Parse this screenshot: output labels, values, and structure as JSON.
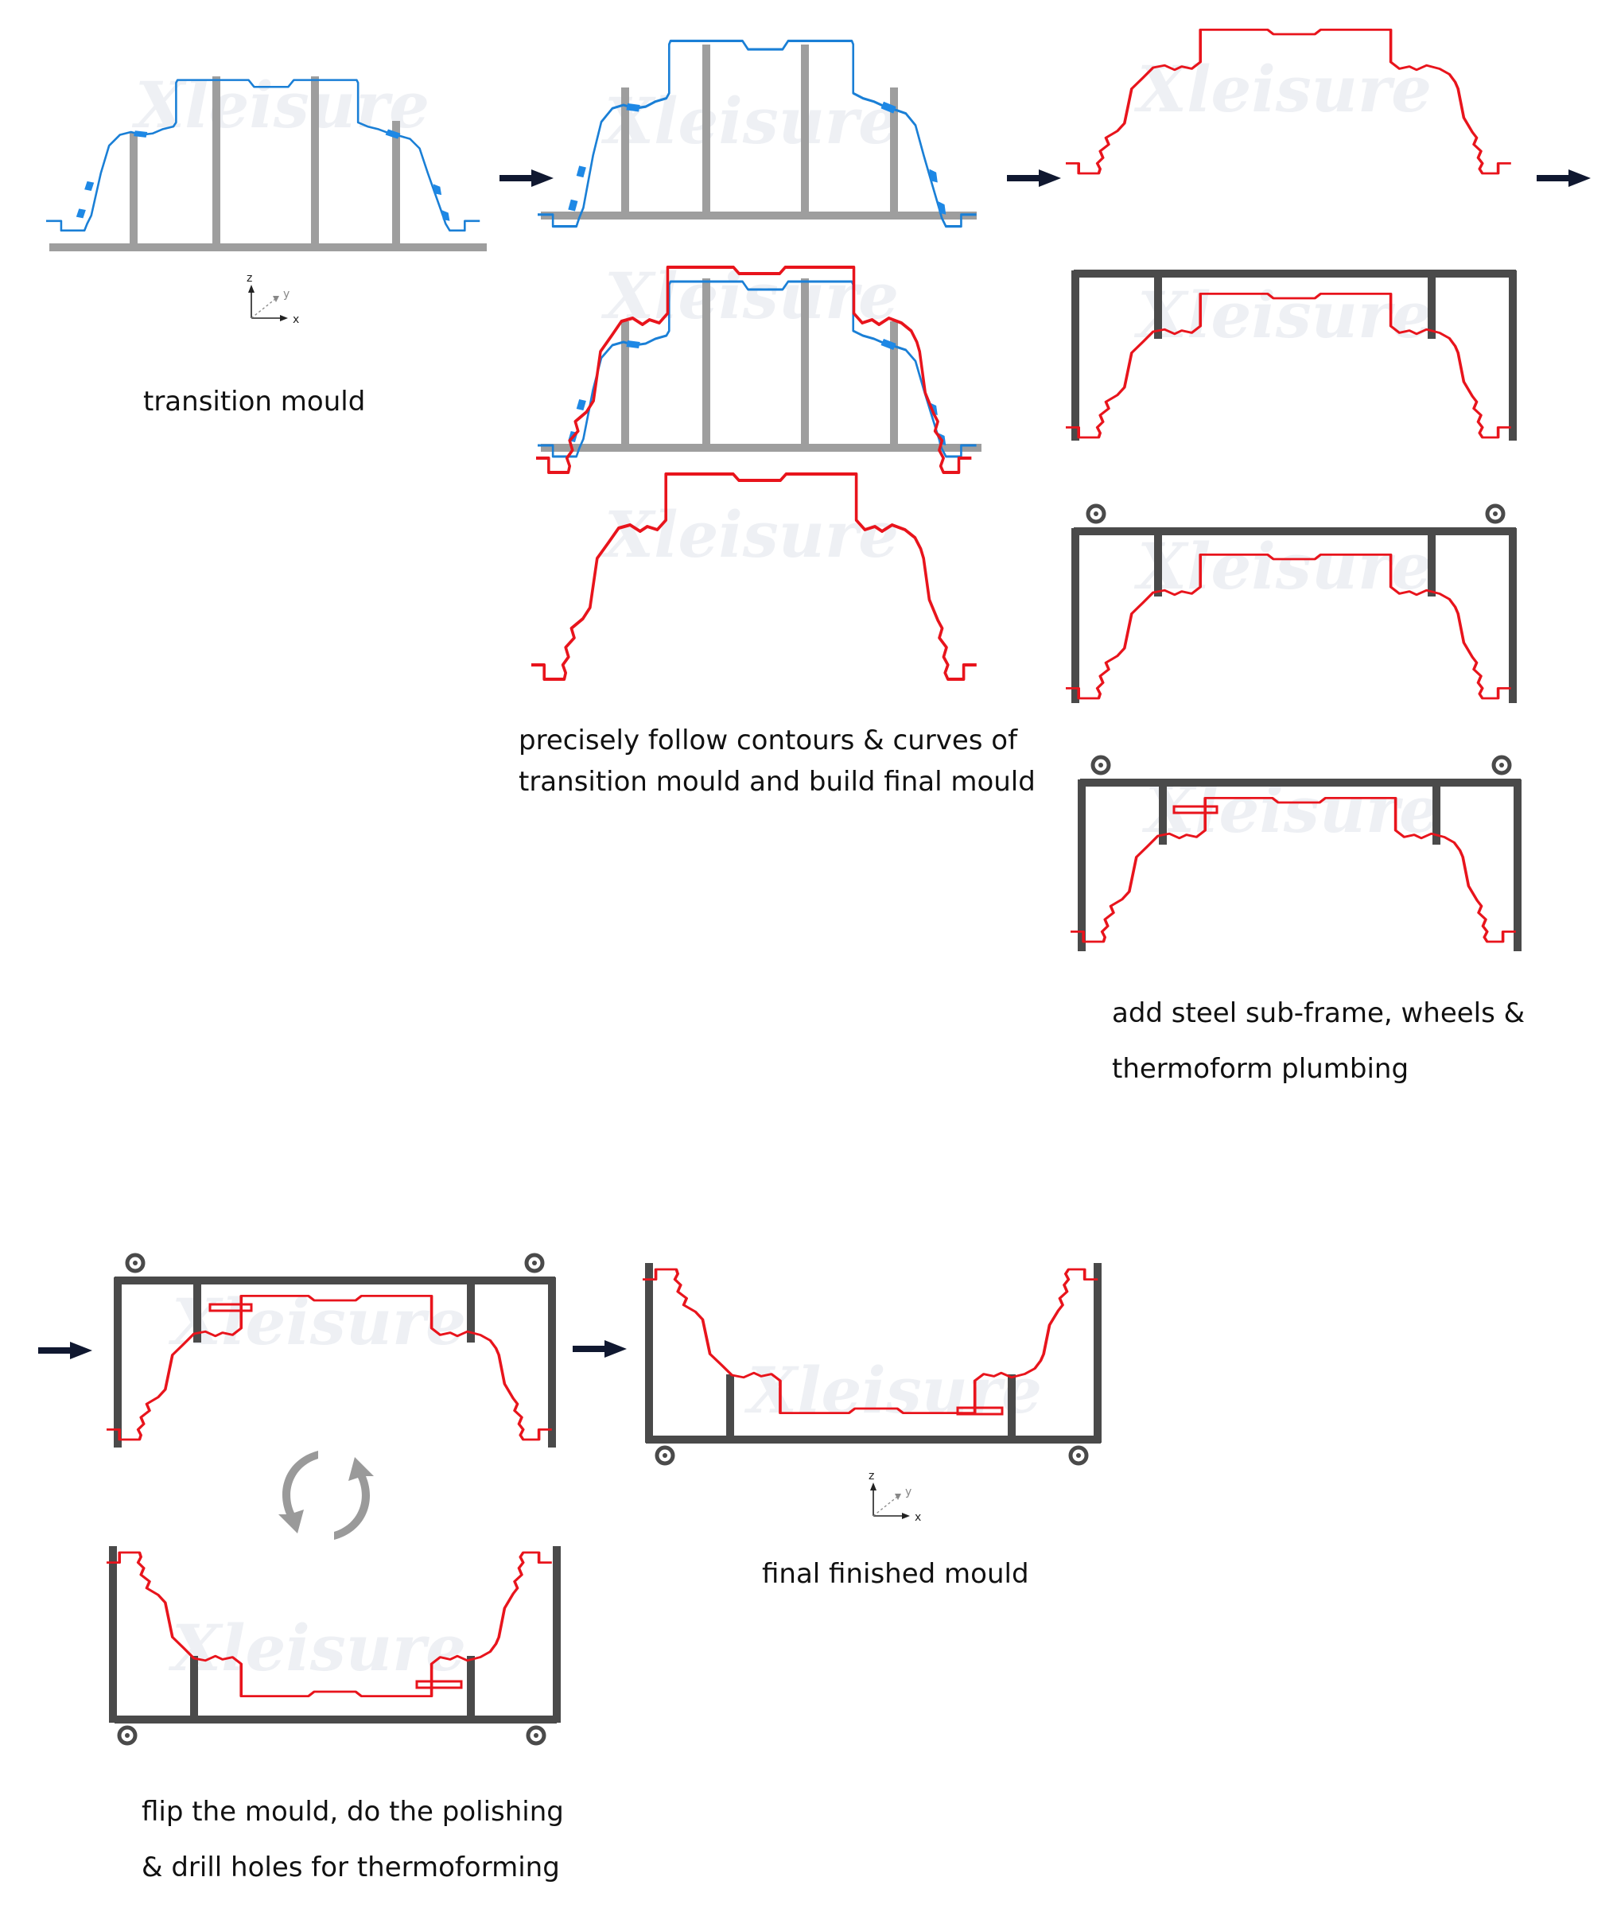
{
  "labels": {
    "transition": "transition mould",
    "precise_1": "precisely follow contours & curves of",
    "precise_2": "transition mould and build final mould",
    "subframe_1": "add steel sub-frame, wheels &",
    "subframe_2": "thermoform plumbing",
    "flip_1": "flip the mould, do the polishing",
    "flip_2": "& drill holes for thermoforming",
    "final": "final finished mould"
  },
  "watermark": "Xleisure",
  "axes": {
    "z": "z",
    "y": "y",
    "x": "x"
  },
  "colors": {
    "transition_line": "#1a7fd6",
    "transition_pads": "#1e88e5",
    "final_mould": "#e8141c",
    "support_grey": "#9e9e9e",
    "steel_frame": "#4a4a4a",
    "arrow": "#101830",
    "watermark": "#eef0f4",
    "flip_icon": "#9a9a9a"
  },
  "icons": [
    "arrow-right-icon",
    "rotate-icon",
    "wheel-icon",
    "axes-icon"
  ]
}
